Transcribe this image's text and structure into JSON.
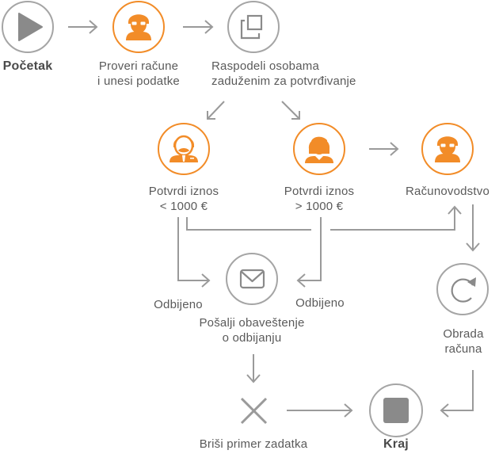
{
  "title": "Invoice approval workflow",
  "colors": {
    "accent": "#F28C28",
    "line": "#9a9a9a",
    "circle_gray": "#a5a5a5",
    "icon_gray": "#8a8a8a",
    "text": "#5a5a5a"
  },
  "nodes": {
    "start": {
      "label": "Početak",
      "icon": "play-icon"
    },
    "review": {
      "lines": [
        "Proveri račune",
        "i unesi podatke"
      ],
      "icon": "person-glasses-icon"
    },
    "assign": {
      "lines": [
        "Raspodeli osobama",
        "zaduženim za potvrđivanje"
      ],
      "icon": "copy-icon"
    },
    "approve_low": {
      "lines": [
        "Potvrdi iznos",
        "< 1000 €"
      ],
      "icon": "person-mustache-icon"
    },
    "approve_high": {
      "lines": [
        "Potvrdi iznos",
        "> 1000 €"
      ],
      "icon": "person-woman-icon"
    },
    "accounting": {
      "label": "Računovodstvo",
      "icon": "person-glasses-icon"
    },
    "notify": {
      "lines": [
        "Pošalji obaveštenje",
        "o odbijanju"
      ],
      "icon": "envelope-icon"
    },
    "processing": {
      "lines": [
        "Obrada",
        "računa"
      ],
      "icon": "refresh-icon"
    },
    "delete": {
      "label": "Briši primer zadatka",
      "icon": "x-icon"
    },
    "end": {
      "label": "Kraj",
      "icon": "stop-icon"
    }
  },
  "edge_labels": {
    "rejected_left": "Odbijeno",
    "rejected_right": "Odbijeno"
  }
}
